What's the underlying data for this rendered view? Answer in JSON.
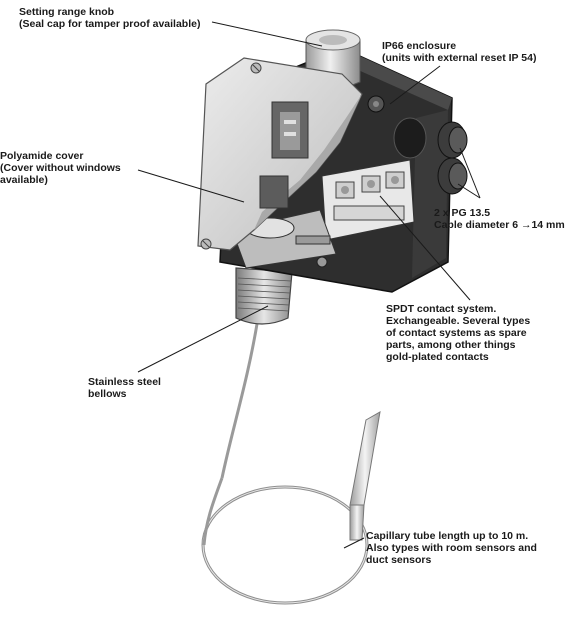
{
  "labels": {
    "setting_range_knob": {
      "line1": "Setting range knob",
      "line2": "(Seal cap for tamper proof available)"
    },
    "ip66_enclosure": {
      "line1": "IP66 enclosure",
      "line2": "(units with external reset IP 54)"
    },
    "polyamide_cover": {
      "line1": "Polyamide cover",
      "line2": "(Cover without windows",
      "line3": "available)"
    },
    "pg_cable": {
      "line1": "2 x PG 13.5",
      "line2": "Cable diameter 6 →14 mm"
    },
    "spdt_contact": {
      "line1": "SPDT contact system.",
      "line2": "Exchangeable. Several types",
      "line3": "of contact systems as spare",
      "line4": "parts, among other things",
      "line5": "gold-plated contacts"
    },
    "bellows": {
      "line1": "Stainless steel",
      "line2": "bellows"
    },
    "capillary": {
      "line1": "Capillary tube length up to 10 m.",
      "line2": "Also types with room sensors and",
      "line3": "duct sensors"
    }
  },
  "colors": {
    "housing_dark": "#2e2e2e",
    "cover_light": "#d9d9d9",
    "metal": "#c8c8c8",
    "text": "#1a1a1a",
    "leader_line": "#1a1a1a"
  }
}
